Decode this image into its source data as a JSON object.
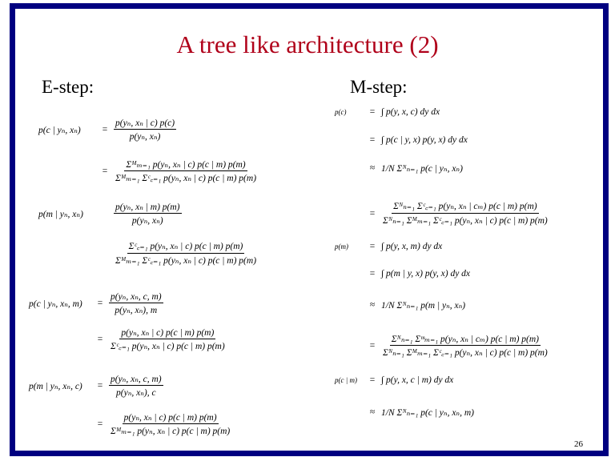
{
  "title": "A tree like architecture (2)",
  "estep": {
    "heading": "E-step:",
    "rows": [
      {
        "lhs": "p(c | yₙ, xₙ)",
        "rel": "=",
        "num": "p(yₙ, xₙ | c) p(c)",
        "den": "p(yₙ, xₙ)"
      },
      {
        "lhs": "",
        "rel": "=",
        "num": "Σᴹₘ₌₁ p(yₙ, xₙ | c) p(c | m) p(m)",
        "den": "Σᴹₘ₌₁ Σᶜ꜀₌₁ p(yₙ, xₙ | c) p(c | m) p(m)"
      },
      {
        "lhs": "p(m | yₙ, xₙ)",
        "rel": "",
        "num": "p(yₙ, xₙ | m) p(m)",
        "den": "p(yₙ, xₙ)"
      },
      {
        "lhs": "",
        "rel": "",
        "num": "Σᶜ꜀₌₁ p(yₙ, xₙ | c) p(c | m) p(m)",
        "den": "Σᴹₘ₌₁ Σᶜ꜀₌₁ p(yₙ, xₙ | c) p(c | m) p(m)"
      },
      {
        "lhs": "p(c | yₙ, xₙ, m)",
        "rel": "=",
        "num": "p(yₙ, xₙ, c, m)",
        "den": "p(yₙ, xₙ), m"
      },
      {
        "lhs": "",
        "rel": "=",
        "num": "p(yₙ, xₙ | c) p(c | m) p(m)",
        "den": "Σᶜ꜀₌₁ p(yₙ, xₙ | c) p(c | m) p(m)"
      },
      {
        "lhs": "p(m | yₙ, xₙ, c)",
        "rel": "=",
        "num": "p(yₙ, xₙ, c, m)",
        "den": "p(yₙ, xₙ), c"
      },
      {
        "lhs": "",
        "rel": "=",
        "num": "p(yₙ, xₙ | c) p(c | m) p(m)",
        "den": "Σᴹₘ₌₁ p(yₙ, xₙ | c) p(c | m) p(m)"
      }
    ]
  },
  "mstep": {
    "heading": "M-step:",
    "rows": [
      {
        "lhs": "p(c)",
        "rel": "=",
        "rhs": "∫ p(y, x, c) dy dx"
      },
      {
        "lhs": "",
        "rel": "=",
        "rhs": "∫ p(c | y, x) p(y, x) dy dx"
      },
      {
        "lhs": "",
        "rel": "≈",
        "rhs": "1/N Σᴺₙ₌₁ p(c | yₙ, xₙ)"
      },
      {
        "lhs": "",
        "rel": "=",
        "num": "Σᴺₙ₌₁ Σᶜ꜀₌₁ p(yₙ, xₙ | cₘ) p(c | m) p(m)",
        "den": "Σᴺₙ₌₁ Σᴹₘ₌₁ Σᶜ꜀₌₁ p(yₙ, xₙ | c) p(c | m) p(m)"
      },
      {
        "lhs": "p(m)",
        "rel": "=",
        "rhs": "∫ p(y, x, m) dy dx"
      },
      {
        "lhs": "",
        "rel": "=",
        "rhs": "∫ p(m | y, x) p(y, x) dy dx"
      },
      {
        "lhs": "",
        "rel": "≈",
        "rhs": "1/N Σᴺₙ₌₁ p(m | yₙ, xₙ)"
      },
      {
        "lhs": "",
        "rel": "=",
        "num": "Σᴺₙ₌₁ Σᵐₘ₌₁ p(yₙ, xₙ | cₘ) p(c | m) p(m)",
        "den": "Σᴺₙ₌₁ Σᴹₘ₌₁ Σᶜ꜀₌₁ p(yₙ, xₙ | c) p(c | m) p(m)"
      },
      {
        "lhs": "p(c | m)",
        "rel": "=",
        "rhs": "∫ p(y, x, c | m) dy dx"
      },
      {
        "lhs": "",
        "rel": "≈",
        "rhs": "1/N Σᴺₙ₌₁ p(c | yₙ, xₙ, m)"
      }
    ]
  },
  "page_number": "26",
  "colors": {
    "frame": "#000080",
    "title": "#b0001a"
  }
}
